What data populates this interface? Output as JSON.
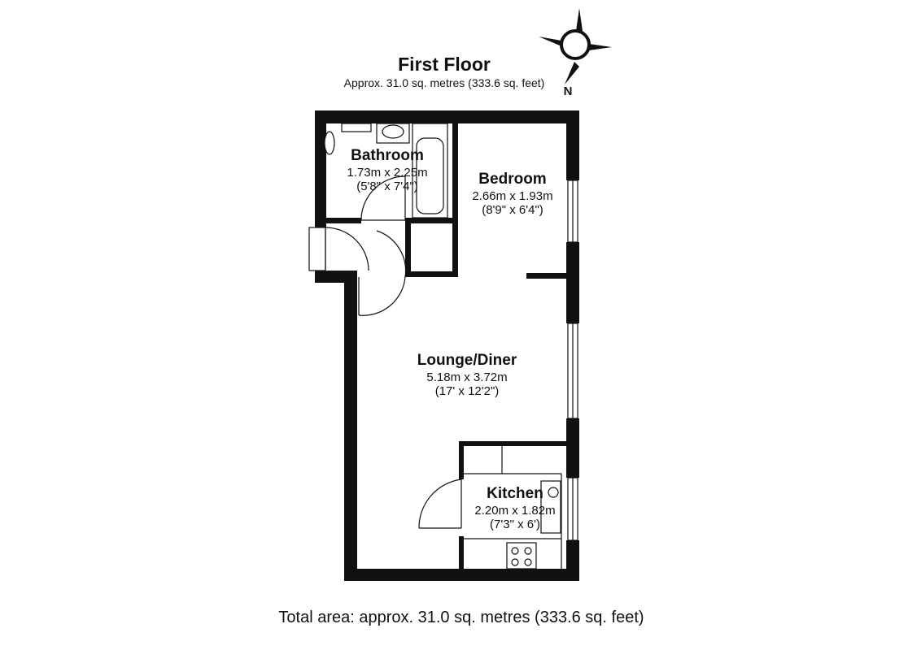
{
  "floor": {
    "title": "First Floor",
    "subtitle": "Approx. 31.0 sq. metres (333.6 sq. feet)"
  },
  "compass": {
    "label": "N"
  },
  "rooms": {
    "bathroom": {
      "name": "Bathroom",
      "metric": "1.73m x 2.25m",
      "imperial": "(5'8\" x 7'4\")"
    },
    "bedroom": {
      "name": "Bedroom",
      "metric": "2.66m x 1.93m",
      "imperial": "(8'9\" x 6'4\")"
    },
    "lounge": {
      "name": "Lounge/Diner",
      "metric": "5.18m x 3.72m",
      "imperial": "(17' x 12'2\")"
    },
    "kitchen": {
      "name": "Kitchen",
      "metric": "2.20m x 1.82m",
      "imperial": "(7'3\" x 6')"
    }
  },
  "total_area": "Total area: approx. 31.0 sq. metres (333.6 sq. feet)"
}
